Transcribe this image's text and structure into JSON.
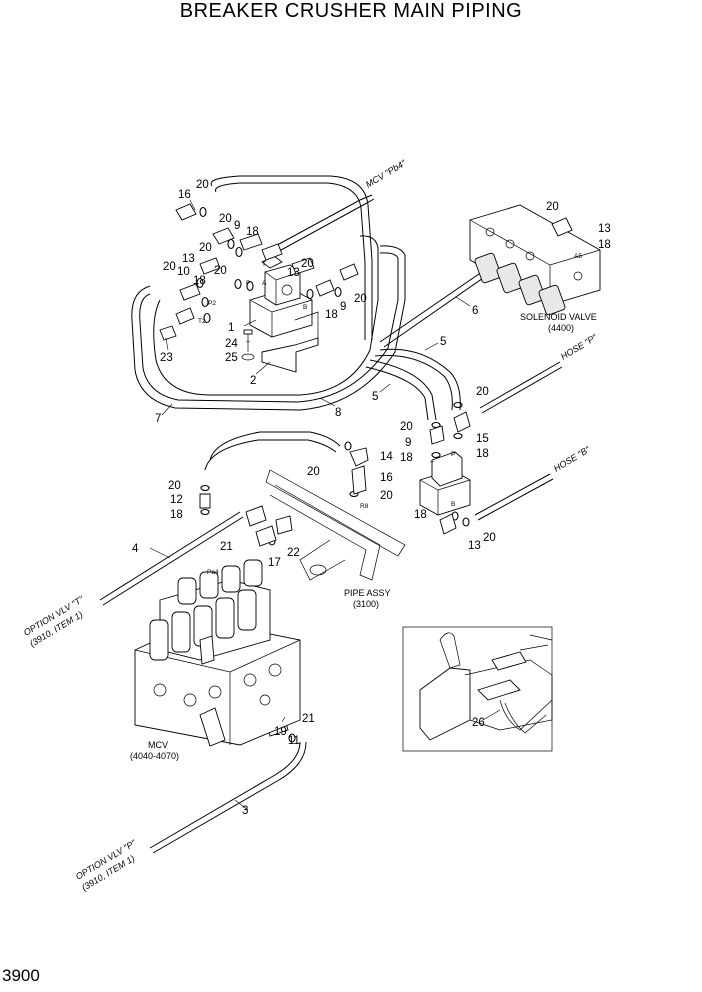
{
  "title": "BREAKER CRUSHER MAIN PIPING",
  "page_number": "3900",
  "callouts": {
    "mcv_pb4": "MCV \"Pb4\"",
    "hose_p": "HOSE \"P\"",
    "hose_b": "HOSE \"B\"",
    "option_vlv_t_1": "OPTION VLV \"T\"",
    "option_vlv_t_2": "(3910, ITEM 1)",
    "option_vlv_p_1": "OPTION VLV \"P\"",
    "option_vlv_p_2": "(3910, ITEM 1)",
    "solenoid_1": "SOLENOID VALVE",
    "solenoid_2": "(4400)",
    "pipe_assy_1": "PIPE ASSY",
    "pipe_assy_2": "(3100)",
    "mcv_1": "MCV",
    "mcv_2": "(4040-4070)"
  },
  "ports": {
    "p_left": "P",
    "t_left": "T",
    "p2": "P2",
    "t2": "T2",
    "a": "A",
    "b_left": "B",
    "a5": "A5",
    "r8": "R8",
    "pa4": "Pa4",
    "p_right": "P",
    "t_right": "T",
    "b_right": "B"
  },
  "part_numbers": {
    "n16a": "16",
    "n20a": "20",
    "n20b": "20",
    "n9a": "9",
    "n18a": "18",
    "n20c": "20",
    "n13a": "13",
    "n20d": "20",
    "n10": "10",
    "n18b": "18",
    "n20e": "20",
    "n13b": "13",
    "n20f": "20",
    "n18c": "18",
    "n9b": "9",
    "n20g": "20",
    "n1": "1",
    "n24": "24",
    "n25": "25",
    "n2": "2",
    "n23": "23",
    "n7": "7",
    "n8": "8",
    "n5a": "5",
    "n5b": "5",
    "n6": "6",
    "n20h": "20",
    "n13c": "13",
    "n18d": "18",
    "n20i": "20",
    "n15": "15",
    "n18e": "18",
    "n20j": "20",
    "n9c": "9",
    "n18f": "18",
    "n14": "14",
    "n20k": "20",
    "n16b": "16",
    "n20l": "20",
    "n18g": "18",
    "n13d": "13",
    "n20m": "20",
    "n20n": "20",
    "n12": "12",
    "n18h": "18",
    "n4": "4",
    "n21a": "21",
    "n22": "22",
    "n17": "17",
    "n19": "19",
    "n11": "11",
    "n21b": "21",
    "n3": "3",
    "n26": "26"
  }
}
